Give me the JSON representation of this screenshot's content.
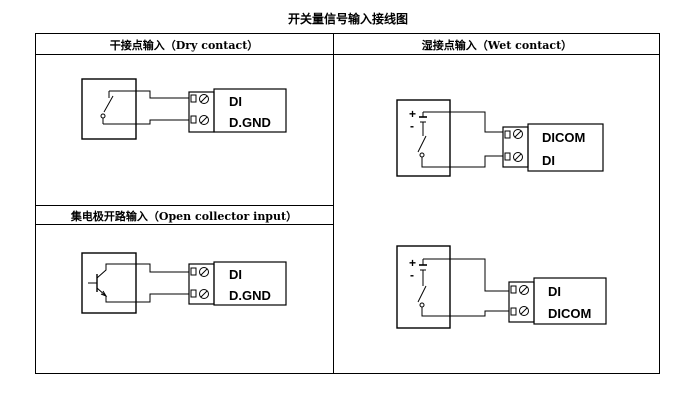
{
  "title": "开关量信号输入接线图",
  "sections": {
    "dry": {
      "header": "干接点输入（Dry contact）",
      "terminals": [
        "DI",
        "D.GND"
      ]
    },
    "wet": {
      "header": "湿接点输入（Wet contact）",
      "terminals": [
        "DICOM",
        "DI"
      ],
      "plus": "+",
      "minus": "-"
    },
    "oc": {
      "header": "集电极开路输入（Open collector input）",
      "terminals": [
        "DI",
        "D.GND"
      ]
    },
    "wet2": {
      "terminals": [
        "DI",
        "DICOM"
      ],
      "plus": "+",
      "minus": "-"
    }
  }
}
